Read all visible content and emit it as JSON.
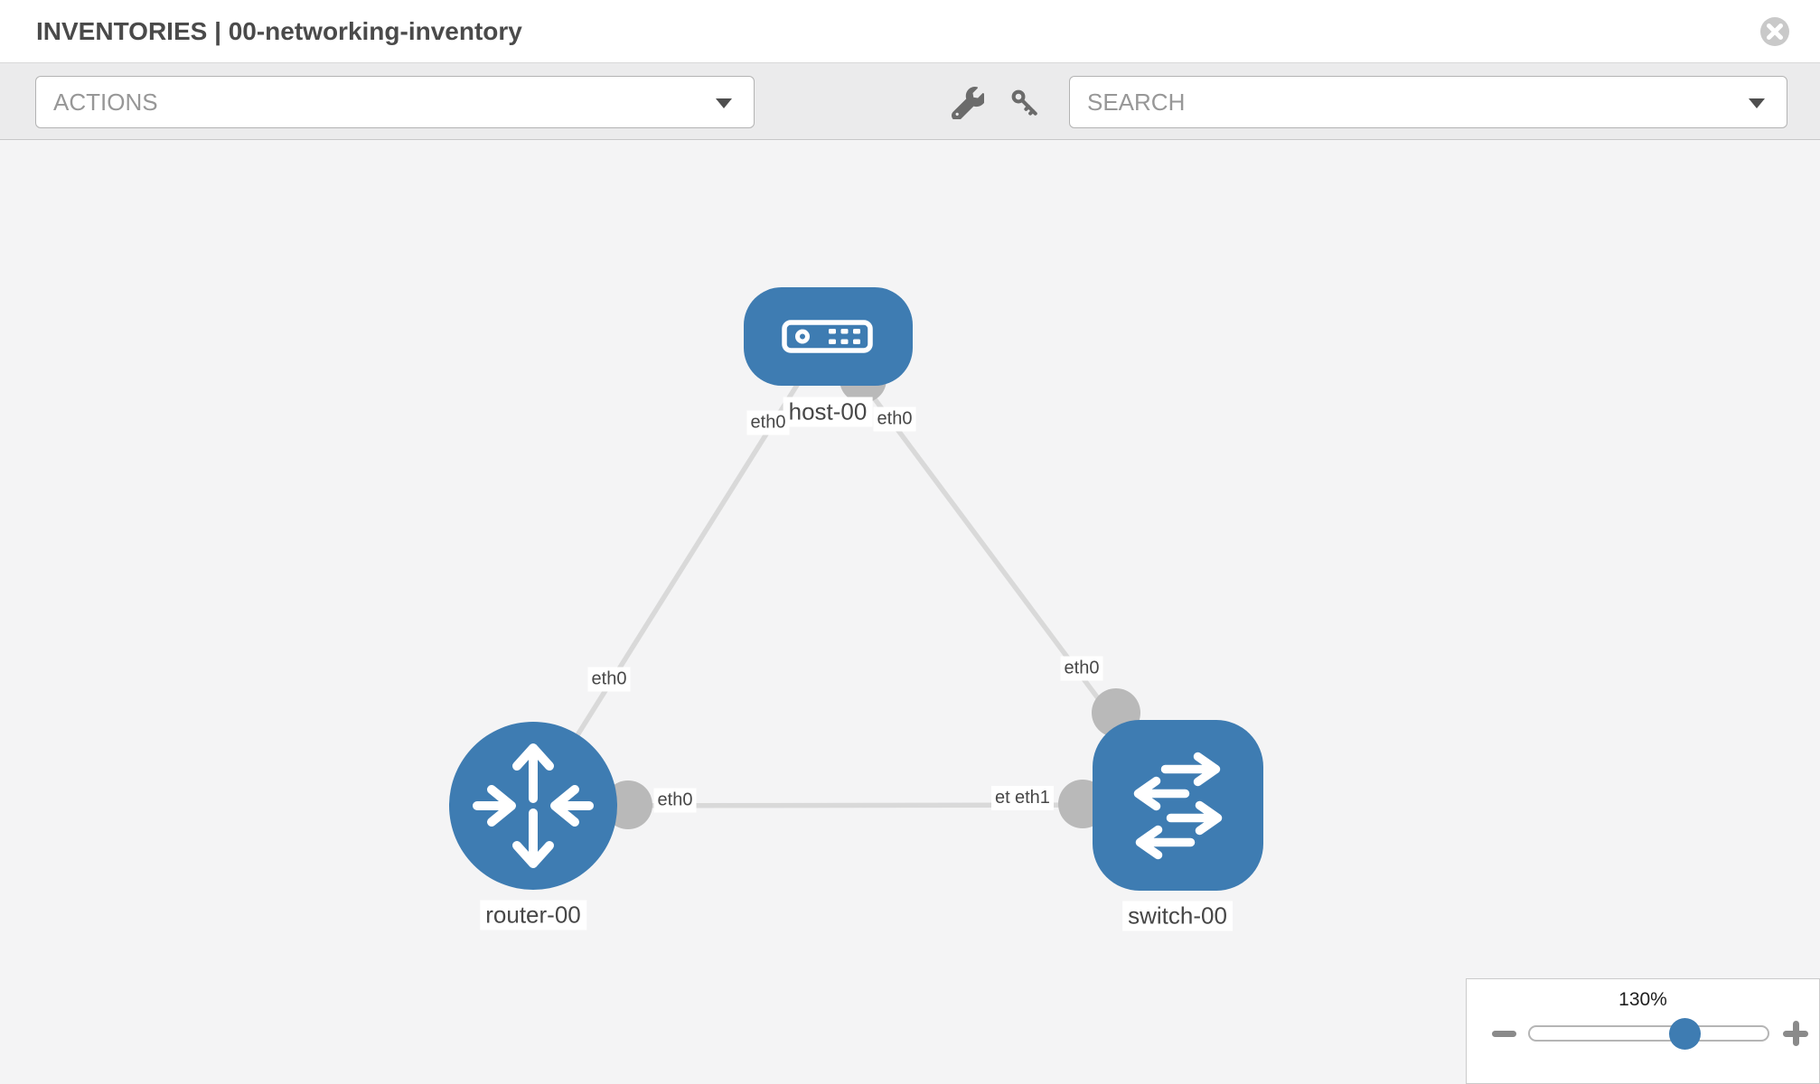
{
  "header": {
    "title": "INVENTORIES | 00-networking-inventory"
  },
  "toolbar": {
    "actions_label": "ACTIONS",
    "search_label": "SEARCH"
  },
  "icons": {
    "close": "circle-x-icon",
    "wrench": "wrench-icon",
    "key": "key-icon",
    "dropdown_caret": "triangle-down-icon",
    "zoom_out": "minus-icon",
    "zoom_in": "plus-icon",
    "host": "server-icon",
    "router": "router-arrows-icon",
    "switch": "switch-arrows-icon"
  },
  "colors": {
    "node_blue": "#3E7CB2",
    "link_gray": "#D9D9D9",
    "connector_gray": "#B9B9B9",
    "canvas_bg": "#F4F4F5",
    "toolbar_bg": "#EBEBEC"
  },
  "topology": {
    "nodes": [
      {
        "id": "host-00",
        "type": "host",
        "label": "host-00"
      },
      {
        "id": "router-00",
        "type": "router",
        "label": "router-00"
      },
      {
        "id": "switch-00",
        "type": "switch",
        "label": "switch-00"
      }
    ],
    "links": [
      {
        "from": "host-00",
        "to": "router-00",
        "from_if": "eth0",
        "to_if": "eth0"
      },
      {
        "from": "host-00",
        "to": "switch-00",
        "from_if": "eth0",
        "to_if": "eth0"
      },
      {
        "from": "router-00",
        "to": "switch-00",
        "from_if": "eth0",
        "to_if": "eth1",
        "to_if_hidden": "eth0"
      }
    ]
  },
  "zoom_control": {
    "value": "130%"
  }
}
